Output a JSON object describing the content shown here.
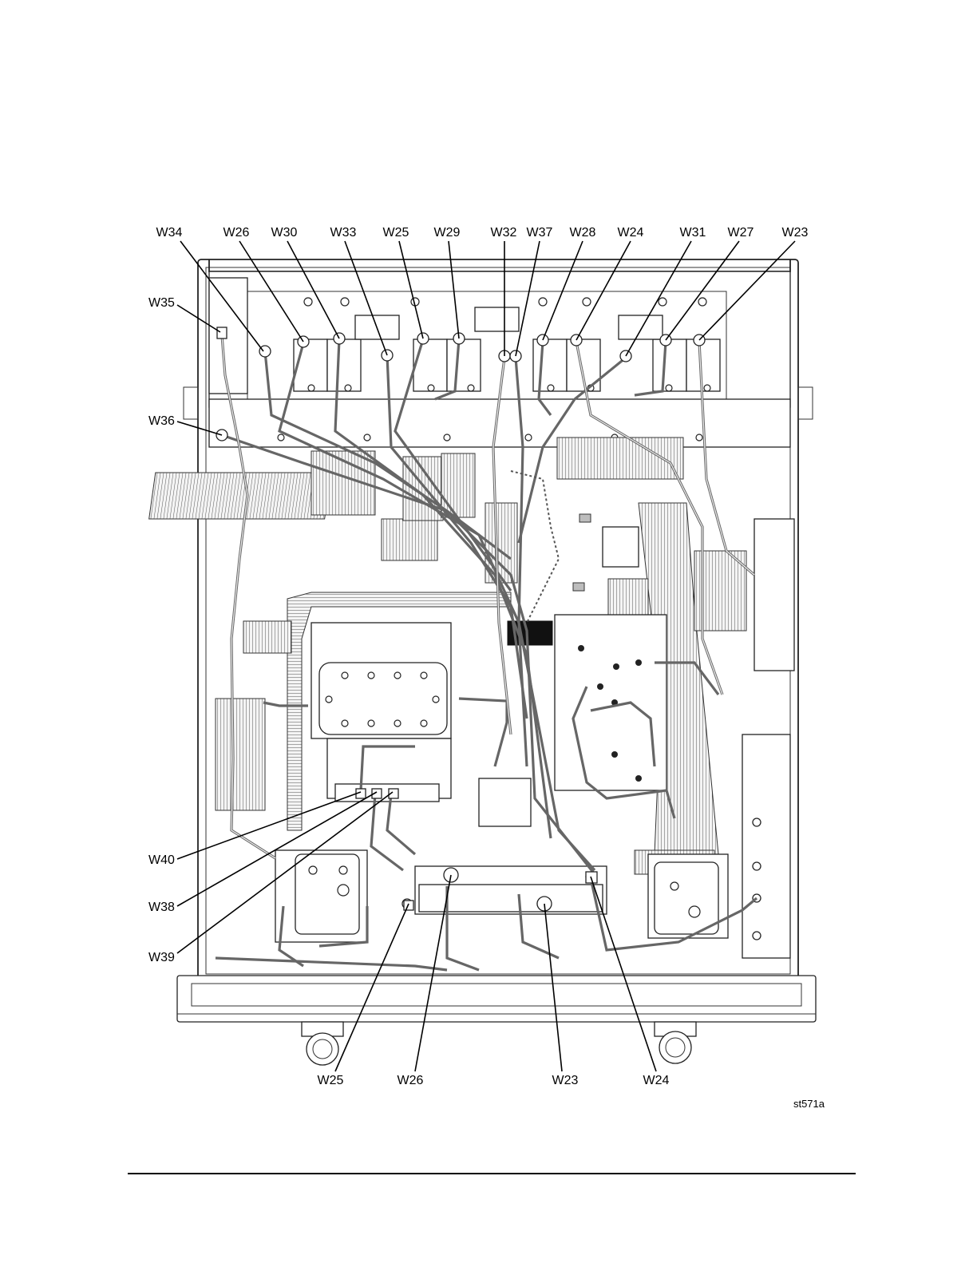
{
  "labels": {
    "top": [
      "W34",
      "W26",
      "W30",
      "W33",
      "W25",
      "W29",
      "W32",
      "W37",
      "W28",
      "W24",
      "W31",
      "W27",
      "W23"
    ],
    "left": [
      "W35",
      "W36",
      "W40",
      "W38",
      "W39"
    ],
    "bottom": [
      "W25",
      "W26",
      "W23",
      "W24"
    ]
  },
  "figure_id": "st571a"
}
